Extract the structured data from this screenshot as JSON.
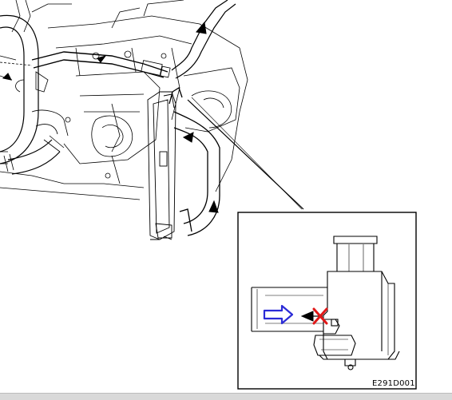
{
  "figure": {
    "reference_code": "E291D001",
    "colors": {
      "line": "#000000",
      "flow_arrow": "#2b2bd6",
      "cross_mark": "#e01818",
      "background": "#ffffff",
      "bottom_strip": "#d9d9d9"
    },
    "icons": {
      "flow_arrow": "blue-outline-arrow",
      "blocked": "red-x-mark",
      "direction": "black-arrowhead"
    }
  }
}
